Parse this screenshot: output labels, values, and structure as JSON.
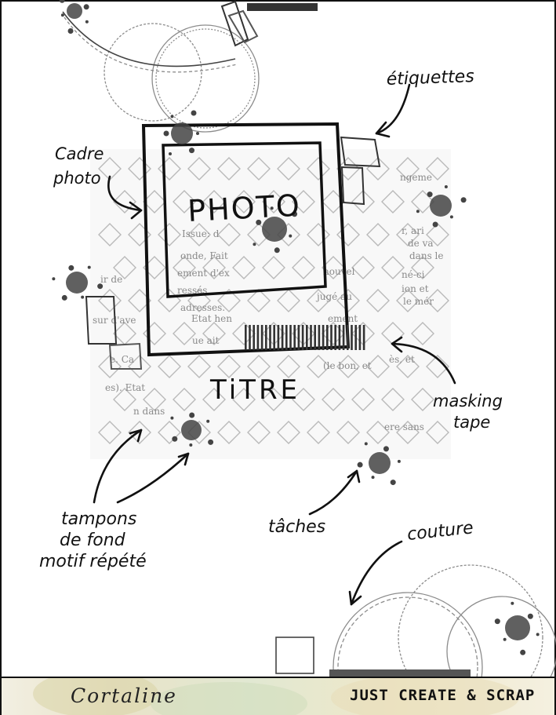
{
  "labels": {
    "etiquettes": "étiquettes",
    "cadre_line1": "Cadre",
    "cadre_line2": "photo",
    "photo": "PHOTO",
    "titre": "TiTRE",
    "masking_line1": "masking",
    "masking_line2": "tape",
    "tampons_line1": "tampons",
    "tampons_line2": "de fond",
    "tampons_line3": "motif répété",
    "taches": "tâches",
    "couture": "couture"
  },
  "stamp_text": [
    "Issue: d",
    "onde, Fait",
    "ement d'ex",
    "ressés",
    "adresses.",
    "Etat hen",
    "sur d'ave",
    "ue ait",
    "ir de",
    "e. Ca",
    "es). Etat",
    "n dans",
    "(le bon, et",
    "jugé au",
    "nouvel",
    "ement",
    "ngeme",
    "r, ari",
    "de va",
    "dans le",
    "né-ci",
    "ion et",
    "le mér",
    "ès, et",
    "ere sans"
  ],
  "footer": {
    "brand_left": "Cortaline",
    "brand_right": "JUST CREATE & SCRAP"
  },
  "colors": {
    "ink": "#111111",
    "stamp": "#9a9a9a",
    "splatter": "#4a4a4a"
  }
}
